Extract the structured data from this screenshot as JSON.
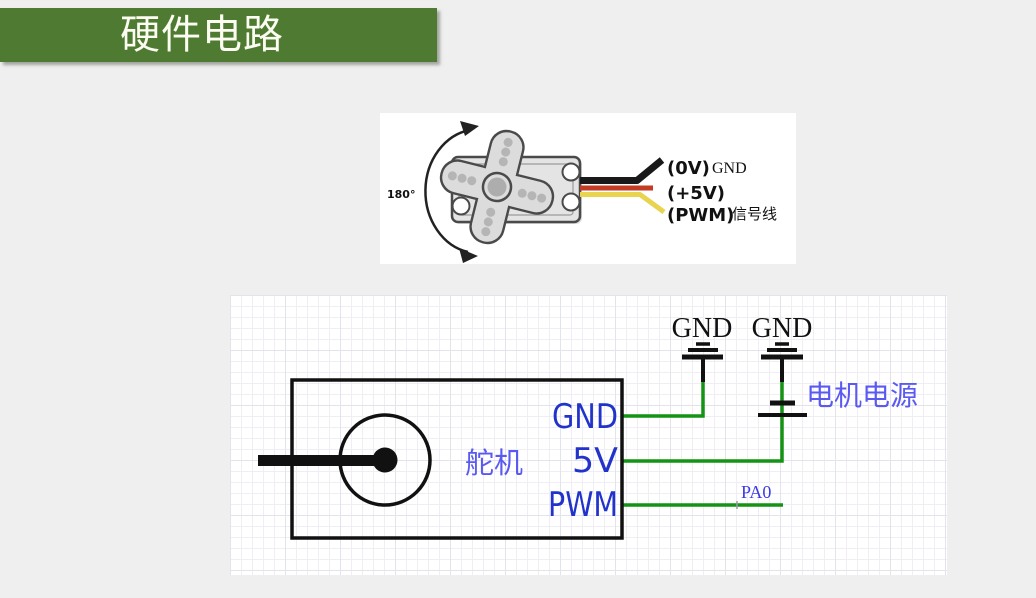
{
  "slide": {
    "title": "硬件电路",
    "colors": {
      "title_bg": "#4e7b31",
      "page_bg": "#efefef",
      "wire_green": "#149314",
      "pin_blue": "#2233cc",
      "label_blue": "#5a5af2",
      "wire_black": "#1a1a1a",
      "wire_red": "#c23b22",
      "wire_yellow": "#e8d44e"
    }
  },
  "servo_figure": {
    "rotation_label": "180°",
    "label_gnd_prefix": "(0V)",
    "label_gnd": "GND",
    "label_5v_prefix": "(+5V)",
    "label_pwm_prefix": "(PWM)",
    "label_pwm": "信号线"
  },
  "circuit": {
    "component": "舵机",
    "pin_gnd": "GND",
    "pin_5v": "5V",
    "pin_pwm": "PWM",
    "ground_left": "GND",
    "ground_right": "GND",
    "power_label": "电机电源",
    "net_label": "PA0"
  }
}
